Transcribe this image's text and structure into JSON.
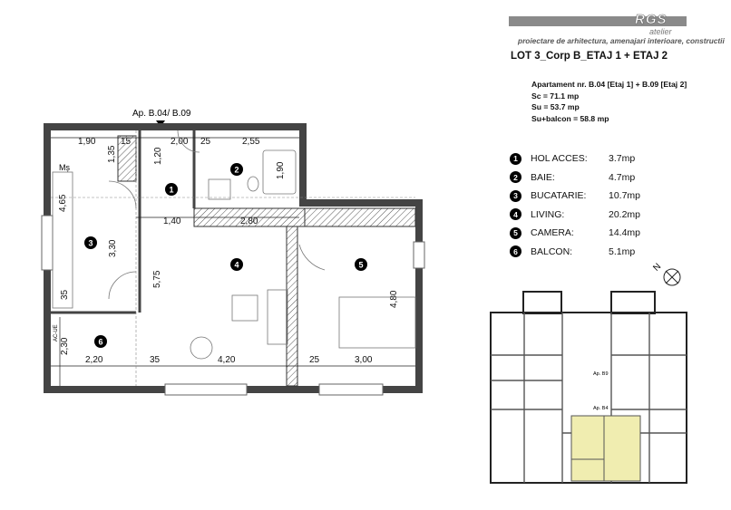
{
  "brand": {
    "logo": "RGS",
    "logo_sub": "atelier",
    "tagline": "proiectare de arhitectura, amenajari interioare, constructii"
  },
  "header": {
    "title": "LOT 3_Corp B_ETAJ 1 + ETAJ 2"
  },
  "unit": {
    "line1": "Apartament nr. B.04 [Etaj 1] + B.09  [Etaj 2]",
    "sc": "Sc = 71.1 mp",
    "su": "Su = 53.7 mp",
    "su_balcon": "Su+balcon = 58.8 mp"
  },
  "legend": [
    {
      "num": "1",
      "label": "HOL ACCES:",
      "area": "3.7mp"
    },
    {
      "num": "2",
      "label": "BAIE:",
      "area": "4.7mp"
    },
    {
      "num": "3",
      "label": "BUCATARIE:",
      "area": "10.7mp"
    },
    {
      "num": "4",
      "label": "LIVING:",
      "area": "20.2mp"
    },
    {
      "num": "5",
      "label": "CAMERA:",
      "area": "14.4mp"
    },
    {
      "num": "6",
      "label": "BALCON:",
      "area": "5.1mp"
    }
  ],
  "plan": {
    "entrance_label": "Ap. B.04/ B.09",
    "room_markers": [
      "1",
      "2",
      "3",
      "4",
      "5",
      "6"
    ],
    "dimensions": [
      "1,90",
      "15",
      "2,00",
      "25",
      "2,55",
      "1,35",
      "1,20",
      "1,90",
      "4,65",
      "1,40",
      "2,80",
      "3,30",
      "5,75",
      "4,80",
      "35",
      "2,30",
      "2,20",
      "35",
      "4,20",
      "25",
      "3,00"
    ],
    "ms_label": "Mș",
    "ac_label": "AC-UE"
  },
  "north": {
    "label": "N"
  },
  "keyplan": {
    "labels": [
      "Ap. B9",
      "Ap. B4"
    ]
  }
}
